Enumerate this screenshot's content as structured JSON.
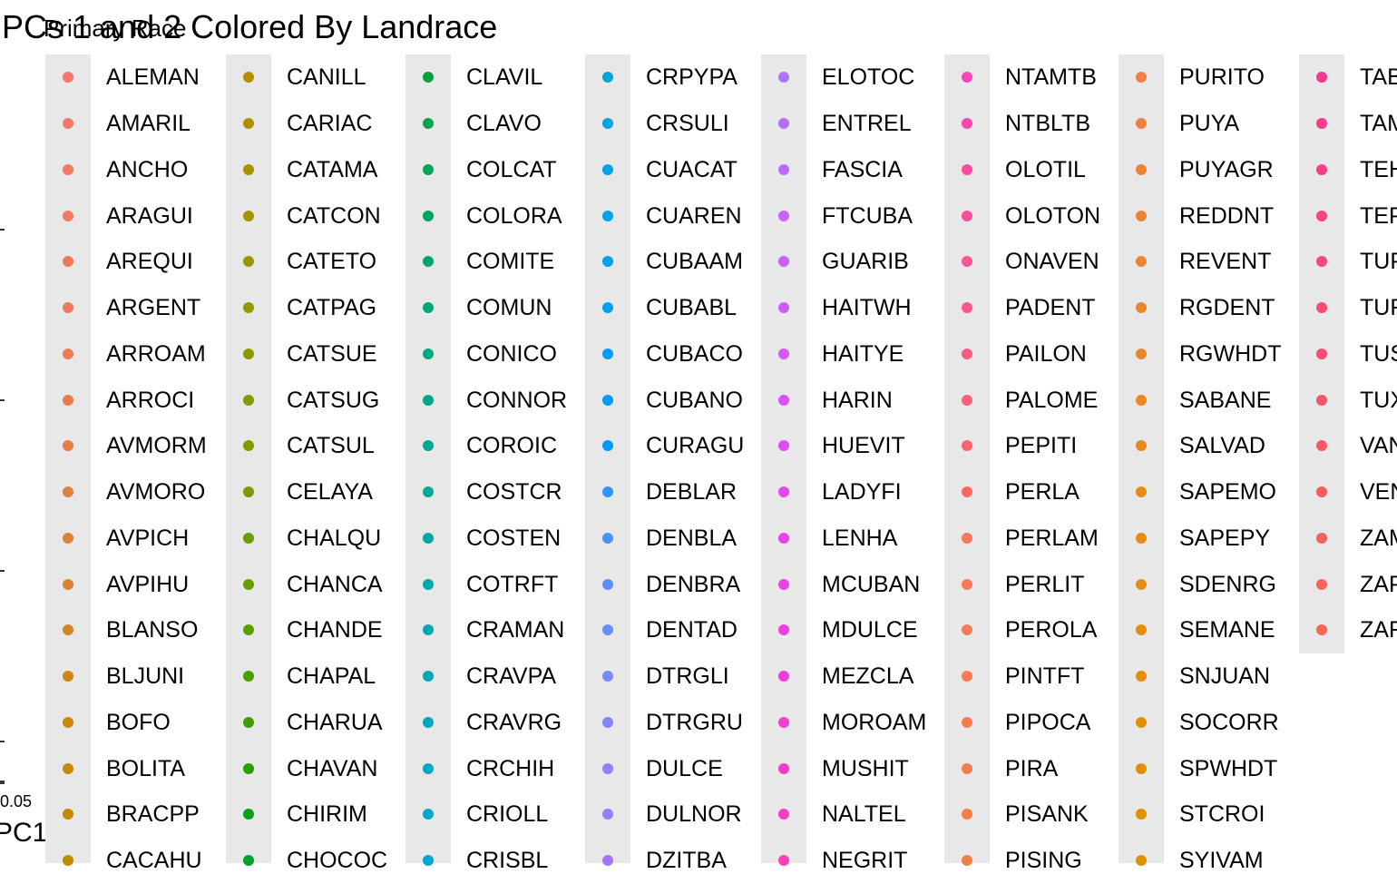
{
  "title": "PCs 1 and 2 Colored By Landrace",
  "chart_data": {
    "type": "scatter",
    "title": "PCs 1 and 2 Colored By Landrace",
    "xlabel": "PC1",
    "x_tick_labels_visible": "0.05",
    "legend": {
      "title": "Primary Race",
      "placement": "right",
      "key": "point",
      "entries": [
        {
          "label": "ALEMAN",
          "color": "#F8766D"
        },
        {
          "label": "AMARIL",
          "color": "#F6776A"
        },
        {
          "label": "ANCHO",
          "color": "#F47866"
        },
        {
          "label": "ARAGUI",
          "color": "#F27962"
        },
        {
          "label": "AREQUI",
          "color": "#EF7A5E"
        },
        {
          "label": "ARGENT",
          "color": "#EC7B59"
        },
        {
          "label": "ARROAM",
          "color": "#E97C54"
        },
        {
          "label": "ARROCI",
          "color": "#E67D4E"
        },
        {
          "label": "AVMORM",
          "color": "#E37F48"
        },
        {
          "label": "AVMORO",
          "color": "#DF8041"
        },
        {
          "label": "AVPICH",
          "color": "#DB8239"
        },
        {
          "label": "AVPIHU",
          "color": "#D78330"
        },
        {
          "label": "BLANSO",
          "color": "#D38526"
        },
        {
          "label": "BLJUNI",
          "color": "#CF8619"
        },
        {
          "label": "BOFO",
          "color": "#CA8807"
        },
        {
          "label": "BOLITA",
          "color": "#C58A00"
        },
        {
          "label": "BRACPP",
          "color": "#C08B00"
        },
        {
          "label": "CACAHU",
          "color": "#BB8D00"
        },
        {
          "label": "CANILL",
          "color": "#B58E00"
        },
        {
          "label": "CARIAC",
          "color": "#B09000"
        },
        {
          "label": "CATAMA",
          "color": "#AA9100"
        },
        {
          "label": "CATCON",
          "color": "#A39300"
        },
        {
          "label": "CATETO",
          "color": "#9D9400"
        },
        {
          "label": "CATPAG",
          "color": "#969600"
        },
        {
          "label": "CATSUE",
          "color": "#8F9700"
        },
        {
          "label": "CATSUG",
          "color": "#879800"
        },
        {
          "label": "CATSUL",
          "color": "#809A00"
        },
        {
          "label": "CELAYA",
          "color": "#779B00"
        },
        {
          "label": "CHALQU",
          "color": "#6E9C00"
        },
        {
          "label": "CHANCA",
          "color": "#649D00"
        },
        {
          "label": "CHANDE",
          "color": "#599E00"
        },
        {
          "label": "CHAPAL",
          "color": "#4C9F00"
        },
        {
          "label": "CHARUA",
          "color": "#3DA000"
        },
        {
          "label": "CHAVAN",
          "color": "#26A100"
        },
        {
          "label": "CHIRIM",
          "color": "#00A21B"
        },
        {
          "label": "CHOCOC",
          "color": "#00A22E"
        },
        {
          "label": "CLAVIL",
          "color": "#00A33D"
        },
        {
          "label": "CLAVO",
          "color": "#00A44A"
        },
        {
          "label": "COLCAT",
          "color": "#00A556"
        },
        {
          "label": "COLORA",
          "color": "#00A561"
        },
        {
          "label": "COMITE",
          "color": "#00A66B"
        },
        {
          "label": "COMUN",
          "color": "#00A675"
        },
        {
          "label": "CONICO",
          "color": "#00A77E"
        },
        {
          "label": "CONNOR",
          "color": "#00A787"
        },
        {
          "label": "COROIC",
          "color": "#00A890"
        },
        {
          "label": "COSTCR",
          "color": "#00A898"
        },
        {
          "label": "COSTEN",
          "color": "#00A8A0"
        },
        {
          "label": "COTRFT",
          "color": "#00A8A8"
        },
        {
          "label": "CRAMAN",
          "color": "#00A8B0"
        },
        {
          "label": "CRAVPA",
          "color": "#00A8B8"
        },
        {
          "label": "CRAVRG",
          "color": "#00A8BF"
        },
        {
          "label": "CRCHIH",
          "color": "#00A7C6"
        },
        {
          "label": "CRIOLL",
          "color": "#00A7CD"
        },
        {
          "label": "CRISBL",
          "color": "#00A6D4"
        },
        {
          "label": "CRPYPA",
          "color": "#00A5DA"
        },
        {
          "label": "CRSULI",
          "color": "#00A4E0"
        },
        {
          "label": "CUACAT",
          "color": "#00A3E6"
        },
        {
          "label": "CUAREN",
          "color": "#00A2EB"
        },
        {
          "label": "CUBAAM",
          "color": "#00A0F0"
        },
        {
          "label": "CUBABL",
          "color": "#009FF4"
        },
        {
          "label": "CUBACO",
          "color": "#009DF8"
        },
        {
          "label": "CUBANO",
          "color": "#009BFB"
        },
        {
          "label": "CURAGU",
          "color": "#0099FE"
        },
        {
          "label": "DEBLAR",
          "color": "#2F96FF"
        },
        {
          "label": "DENBLA",
          "color": "#4A93FF"
        },
        {
          "label": "DENBRA",
          "color": "#5D90FF"
        },
        {
          "label": "DENTAD",
          "color": "#6C8DFF"
        },
        {
          "label": "DTRGLI",
          "color": "#7989FF"
        },
        {
          "label": "DTRGRU",
          "color": "#8585FF"
        },
        {
          "label": "DULCE",
          "color": "#9081FF"
        },
        {
          "label": "DULNOR",
          "color": "#9A7DFF"
        },
        {
          "label": "DZITBA",
          "color": "#A378FF"
        },
        {
          "label": "ELOTOC",
          "color": "#AB74FF"
        },
        {
          "label": "ENTREL",
          "color": "#B36FFF"
        },
        {
          "label": "FASCIA",
          "color": "#BB6AFF"
        },
        {
          "label": "FTCUBA",
          "color": "#C265FF"
        },
        {
          "label": "GUARIB",
          "color": "#C860FF"
        },
        {
          "label": "HAITWH",
          "color": "#CE5BFF"
        },
        {
          "label": "HAITYE",
          "color": "#D456FD"
        },
        {
          "label": "HARIN",
          "color": "#D952F9"
        },
        {
          "label": "HUEVIT",
          "color": "#DE4DF4"
        },
        {
          "label": "LADYFI",
          "color": "#E249EF"
        },
        {
          "label": "LENHA",
          "color": "#E645EA"
        },
        {
          "label": "MCUBAN",
          "color": "#EA42E4"
        },
        {
          "label": "MDULCE",
          "color": "#ED40DE"
        },
        {
          "label": "MEZCLA",
          "color": "#F03ED8"
        },
        {
          "label": "MOROAM",
          "color": "#F23ED1"
        },
        {
          "label": "MUSHIT",
          "color": "#F43ECA"
        },
        {
          "label": "NALTEL",
          "color": "#F640C3"
        },
        {
          "label": "NEGRIT",
          "color": "#F742BC"
        },
        {
          "label": "NTAMTB",
          "color": "#F845B4"
        },
        {
          "label": "NTBLTB",
          "color": "#F948AC"
        },
        {
          "label": "OLOTIL",
          "color": "#FA4CA4"
        },
        {
          "label": "OLOTON",
          "color": "#FA509C"
        },
        {
          "label": "ONAVEN",
          "color": "#FB5494"
        },
        {
          "label": "PADENT",
          "color": "#FB588B"
        },
        {
          "label": "PAILON",
          "color": "#FB5C82"
        },
        {
          "label": "PALOME",
          "color": "#FA6079"
        },
        {
          "label": "PEPITI",
          "color": "#FA6470"
        },
        {
          "label": "PERLA",
          "color": "#F96867"
        },
        {
          "label": "PERLAM",
          "color": "#F87760"
        },
        {
          "label": "PERLIT",
          "color": "#F77A5C"
        },
        {
          "label": "PEROLA",
          "color": "#F67B58"
        },
        {
          "label": "PINTFT",
          "color": "#F57C54"
        },
        {
          "label": "PIPOCA",
          "color": "#F47D50"
        },
        {
          "label": "PIRA",
          "color": "#F37E4C"
        },
        {
          "label": "PISANK",
          "color": "#F27F48"
        },
        {
          "label": "PISING",
          "color": "#F18044"
        },
        {
          "label": "PURITO",
          "color": "#F08140"
        },
        {
          "label": "PUYA",
          "color": "#EF823C"
        },
        {
          "label": "PUYAGR",
          "color": "#EE8338"
        },
        {
          "label": "REDDNT",
          "color": "#ED8434"
        },
        {
          "label": "REVENT",
          "color": "#EC8530"
        },
        {
          "label": "RGDENT",
          "color": "#EB862C"
        },
        {
          "label": "RGWHDT",
          "color": "#EA8728"
        },
        {
          "label": "SABANE",
          "color": "#E98824"
        },
        {
          "label": "SALVAD",
          "color": "#E88920"
        },
        {
          "label": "SAPEMO",
          "color": "#E78A1C"
        },
        {
          "label": "SAPEPY",
          "color": "#E68B18"
        },
        {
          "label": "SDENRG",
          "color": "#E58C14"
        },
        {
          "label": "SEMANE",
          "color": "#E48D10"
        },
        {
          "label": "SNJUAN",
          "color": "#E38E0C"
        },
        {
          "label": "SOCORR",
          "color": "#E28F08"
        },
        {
          "label": "SPWHDT",
          "color": "#E19004"
        },
        {
          "label": "STCROI",
          "color": "#E09100"
        },
        {
          "label": "SYIVAM",
          "color": "#DF9200"
        },
        {
          "label": "TAB",
          "color": "#F8378F"
        },
        {
          "label": "TAM",
          "color": "#F83B8A"
        },
        {
          "label": "TEH",
          "color": "#F83F85"
        },
        {
          "label": "TEP",
          "color": "#F84380"
        },
        {
          "label": "TUP",
          "color": "#F8477B"
        },
        {
          "label": "TUR",
          "color": "#F84B76"
        },
        {
          "label": "TUS",
          "color": "#F84F71"
        },
        {
          "label": "TUX",
          "color": "#F8536C"
        },
        {
          "label": "VAN",
          "color": "#F85767"
        },
        {
          "label": "VEN",
          "color": "#F85B62"
        },
        {
          "label": "ZAM",
          "color": "#F85F5D"
        },
        {
          "label": "ZAP",
          "color": "#F86358"
        },
        {
          "label": "ZAR",
          "color": "#F86753"
        }
      ]
    }
  }
}
